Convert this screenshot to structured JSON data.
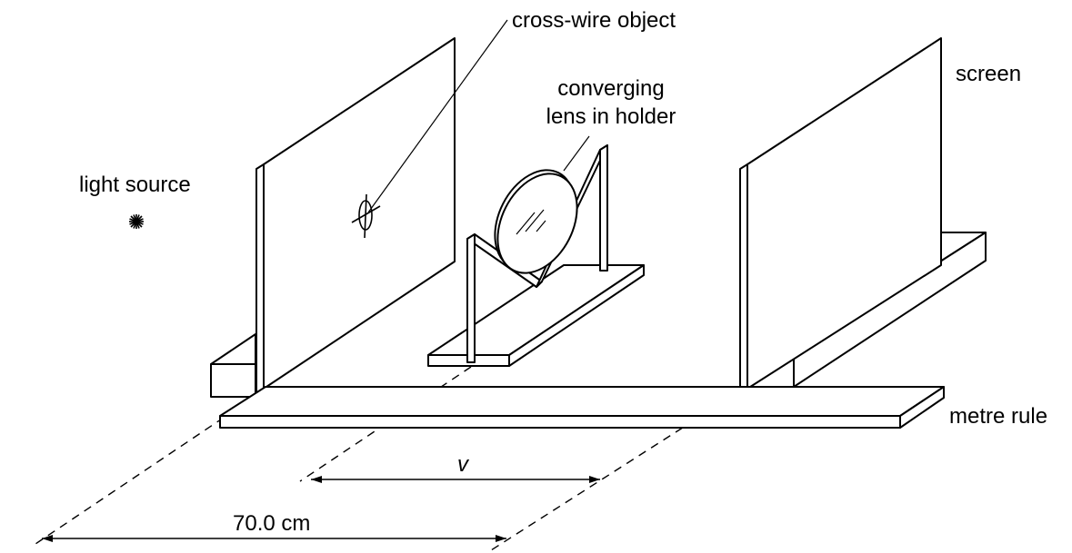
{
  "labels": {
    "cross_wire_object": "cross-wire object",
    "converging_lens_line1": "converging",
    "converging_lens_line2": "lens in holder",
    "screen": "screen",
    "light_source": "light source",
    "metre_rule": "metre rule",
    "image_distance": "v",
    "object_screen_distance": "70.0 cm"
  }
}
